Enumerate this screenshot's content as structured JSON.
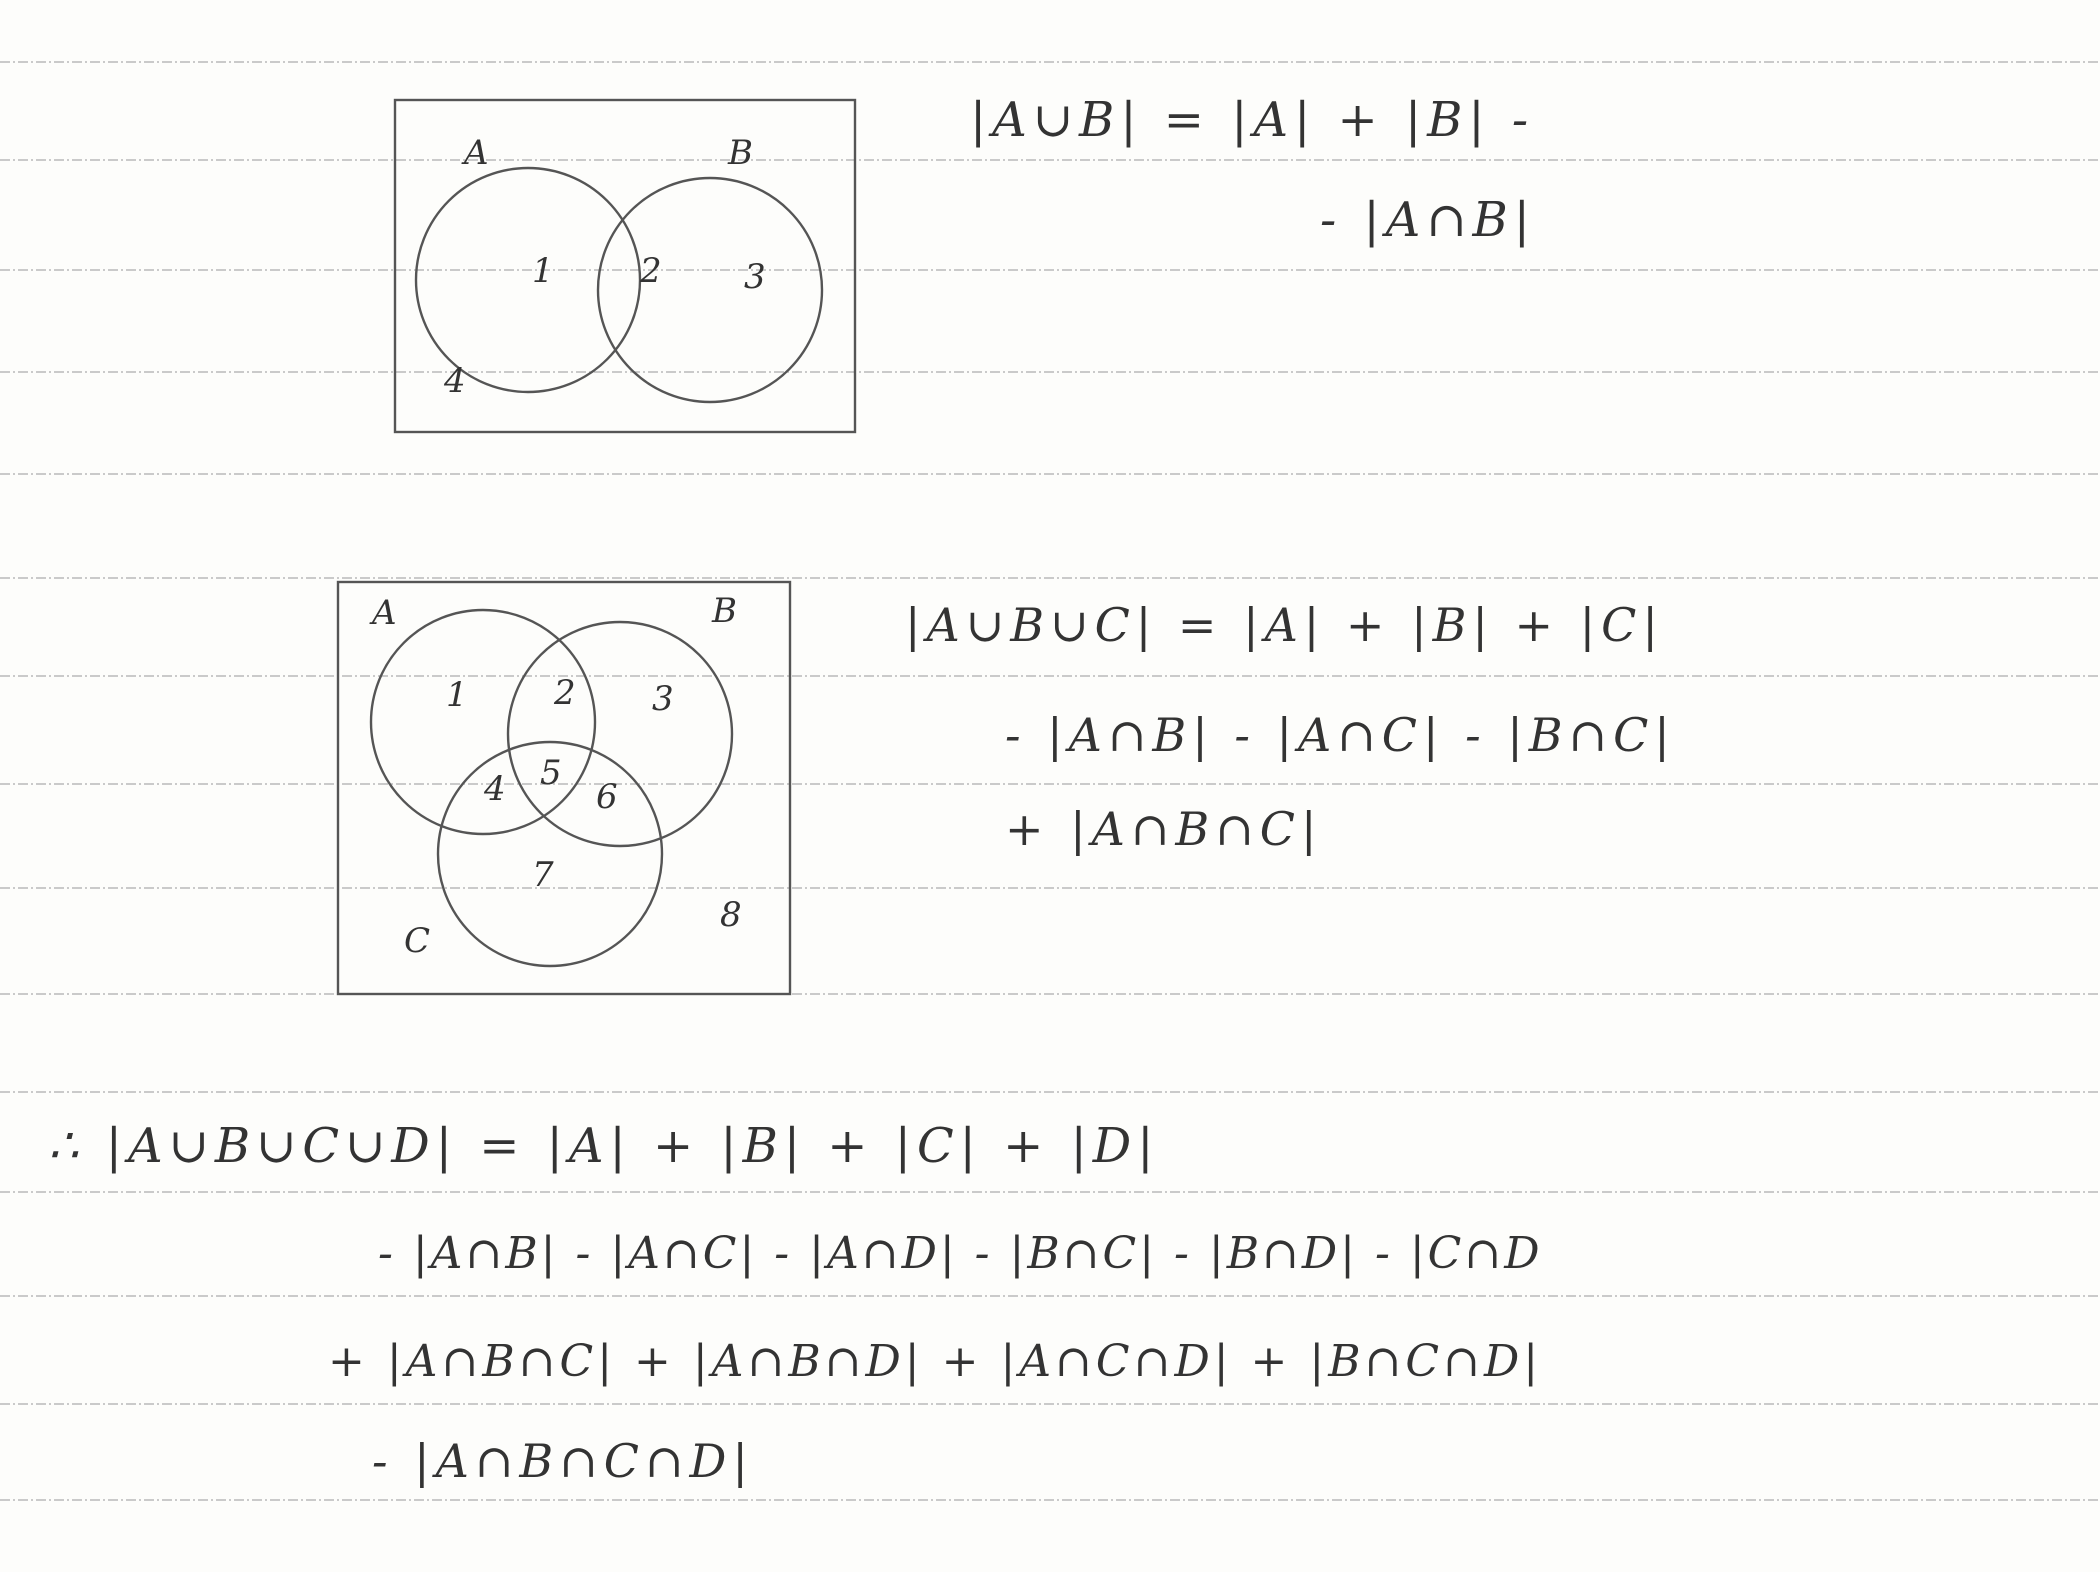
{
  "diagram_two_sets": {
    "labels": {
      "a": "A",
      "b": "B"
    },
    "regions": [
      "1",
      "2",
      "3",
      "4"
    ]
  },
  "diagram_three_sets": {
    "labels": {
      "a": "A",
      "b": "B",
      "c": "C"
    },
    "regions": [
      "1",
      "2",
      "3",
      "4",
      "5",
      "6",
      "7",
      "8"
    ]
  },
  "formula_two_sets": [
    "|A∪B| = |A| + |B| -",
    "- |A∩B|"
  ],
  "formula_three_sets": [
    "|A∪B∪C| = |A| + |B| + |C|",
    "- |A∩B| - |A∩C| - |B∩C|",
    "+ |A∩B∩C|"
  ],
  "formula_four_sets": [
    "∴  |A∪B∪C∪D|  =  |A| + |B| + |C| + |D|",
    "- |A∩B| - |A∩C| - |A∩D| - |B∩C| - |B∩D| - |C∩D",
    "+ |A∩B∩C| + |A∩B∩D| + |A∩C∩D| + |B∩C∩D|",
    "- |A∩B∩C∩D|"
  ]
}
